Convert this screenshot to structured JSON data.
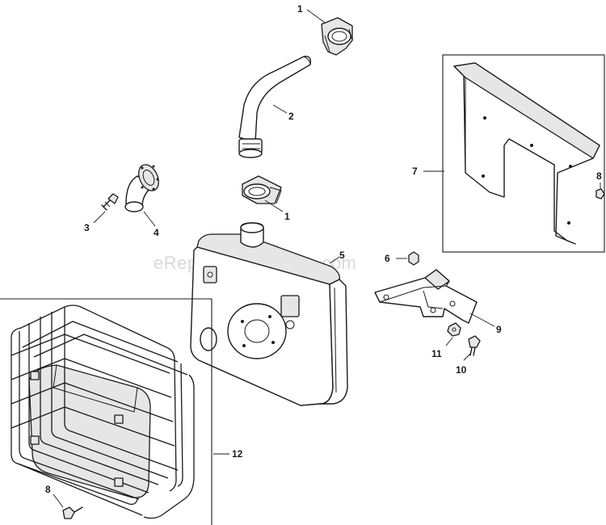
{
  "watermark": "eReplacementParts.com",
  "callouts": {
    "clamp_upper": "1",
    "clamp_lower": "1",
    "exhaust_pipe": "2",
    "screw": "3",
    "elbow": "4",
    "muffler": "5",
    "nut_6": "6",
    "heat_shield": "7",
    "nut_8_upper": "8",
    "bracket": "9",
    "bolt_10": "10",
    "nut_11": "11",
    "spark_guard": "12",
    "bolt_8_lower": "8"
  }
}
